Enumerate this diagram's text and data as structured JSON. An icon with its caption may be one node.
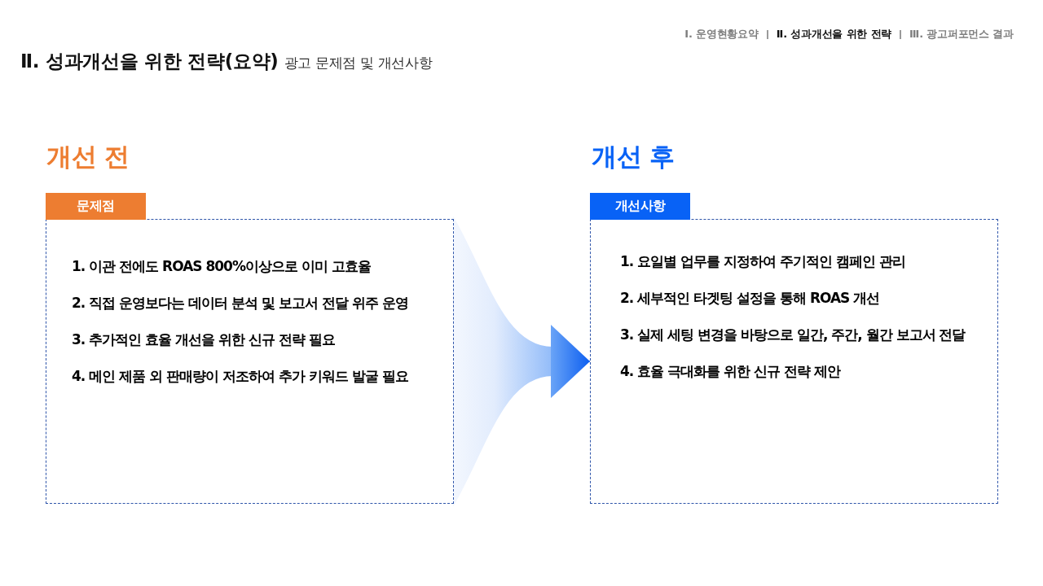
{
  "diagram": {
    "title": "Ⅱ. 성과개선을 위한 전략(요약)",
    "nodes": [
      {
        "text": [
          "문제점"
        ]
      },
      {
        "text": [
          "1. 이관 전에도 ROAS 800%이상으로 이미 고효율",
          "2. 직접 운영보다는 데이터 분석 및 보고서 전달 위주 운영",
          "3. 추가적인 효율 개선을 위한 신규 전략 필요",
          "4. 메인 제품 외 판매량이 저조하여 추가 키워드 발굴 필요"
        ]
      },
      {
        "text": [
          "개선사항"
        ]
      },
      {
        "text": [
          "1. 요일별 업무를 지정하여 주기적인 캠페인 관리",
          "2. 세부적인 타겟팅 설정을 통해 ROAS 개선",
          "3. 실제 세팅 변경을 바탕으로 일간, 주간, 월간 보고서 전달",
          "4. 효율 극대화를 위한 신규 전략 제안"
        ]
      }
    ],
    "edges": [
      {
        "from": 1,
        "to": 3,
        "arrow": "to"
      }
    ],
    "labels": [
      "Ⅰ. 운영현황요약",
      "Ⅱ. 성과개선을 위한 전략",
      "Ⅲ. 광고퍼포먼스 결과",
      "광고 문제점 및 개선사항",
      "개선 전",
      "개선 후"
    ]
  }
}
